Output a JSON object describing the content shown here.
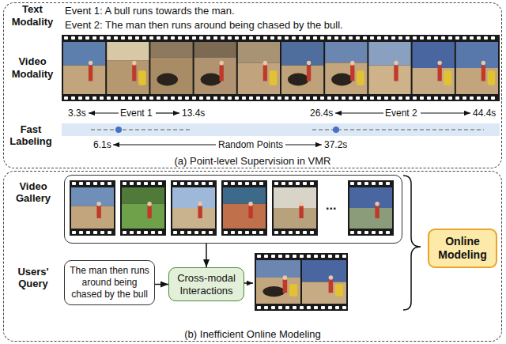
{
  "diagram": {
    "nodes": [
      {
        "text": [
          "(a) Point-level Supervision in VMR"
        ]
      },
      {
        "text": [
          "Fast Labeling"
        ],
        "in": 0
      },
      {
        "text": [
          "(b) Inefficient Online Modeling"
        ]
      },
      {
        "text": [
          "Video Gallery"
        ],
        "in": 2
      },
      {
        "text": [
          "Users' Query",
          "The man then runs around being chased by the bull"
        ],
        "in": 2
      },
      {
        "text": [
          "Cross-modal Interactions"
        ],
        "in": 2
      },
      {
        "text": [
          "Online Modeling"
        ],
        "in": 2
      }
    ],
    "edges": [
      {
        "from": 3,
        "to": 5,
        "arrow": "to"
      },
      {
        "from": 4,
        "to": 5,
        "arrow": "to"
      }
    ],
    "labels": [
      "Text Modality",
      "Event 1: A bull runs towards the man.",
      "Event 2: The man then runs around being chased by the bull.",
      "Video Modality",
      "3.3s",
      "Event 1",
      "13.4s",
      "26.4s",
      "Event 2",
      "44.4s",
      "6.1s",
      "Random Points",
      "37.2s",
      "..."
    ]
  }
}
